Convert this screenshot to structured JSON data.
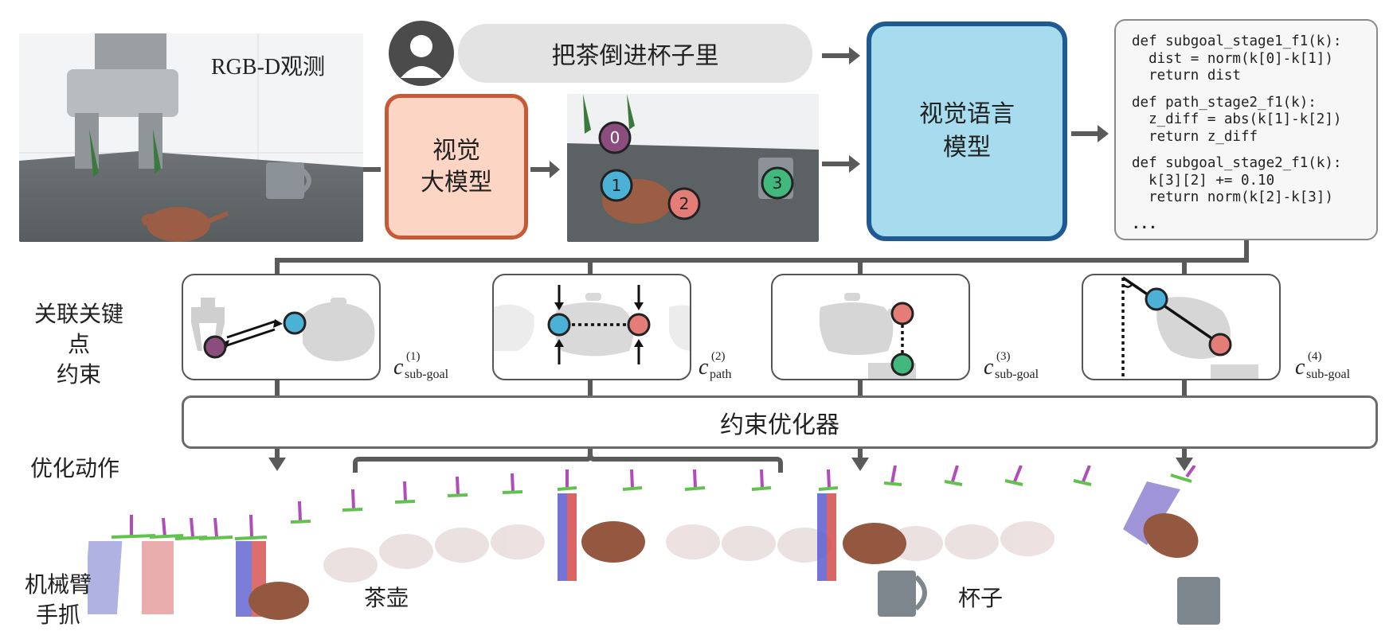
{
  "observation": {
    "label": "RGB-D观测"
  },
  "instruction": {
    "text": "把茶倒进杯子里"
  },
  "vision_model": {
    "line1": "视觉",
    "line2": "大模型"
  },
  "vlm": {
    "line1": "视觉语言",
    "line2": "模型"
  },
  "keypoints": [
    {
      "id": "0",
      "color": "#8a4d7d"
    },
    {
      "id": "1",
      "color": "#4cb1d6"
    },
    {
      "id": "2",
      "color": "#e47c77"
    },
    {
      "id": "3",
      "color": "#43b87c"
    }
  ],
  "code": {
    "blocks": [
      [
        "def subgoal_stage1_f1(k):",
        "  dist = norm(k[0]-k[1])",
        "  return dist"
      ],
      [
        "def path_stage2_f1(k):",
        "  z_diff = abs(k[1]-k[2])",
        "  return z_diff"
      ],
      [
        "def subgoal_stage2_f1(k):",
        "  k[3][2] += 0.10",
        "  return norm(k[2]-k[3])"
      ]
    ],
    "ellipsis": "..."
  },
  "constraints_label": {
    "line1": "关联关键点",
    "line2": "约束"
  },
  "constraints": [
    {
      "c": "c",
      "sup": "(1)",
      "sub": "sub-goal"
    },
    {
      "c": "c",
      "sup": "(2)",
      "sub": "path"
    },
    {
      "c": "c",
      "sup": "(3)",
      "sub": "sub-goal"
    },
    {
      "c": "c",
      "sup": "(4)",
      "sub": "sub-goal"
    }
  ],
  "optimizer": {
    "label": "约束优化器"
  },
  "optimized_action": {
    "label": "优化动作"
  },
  "gripper_label": {
    "line1": "机械臂",
    "line2": "手抓"
  },
  "teapot_label": "茶壶",
  "cup_label": "杯子",
  "colors": {
    "orange_border": "#c65a36",
    "orange_fill": "#fdd5c4",
    "blue_border": "#1f5a93",
    "blue_fill": "#a6dcee",
    "line": "#5a5a5a"
  }
}
